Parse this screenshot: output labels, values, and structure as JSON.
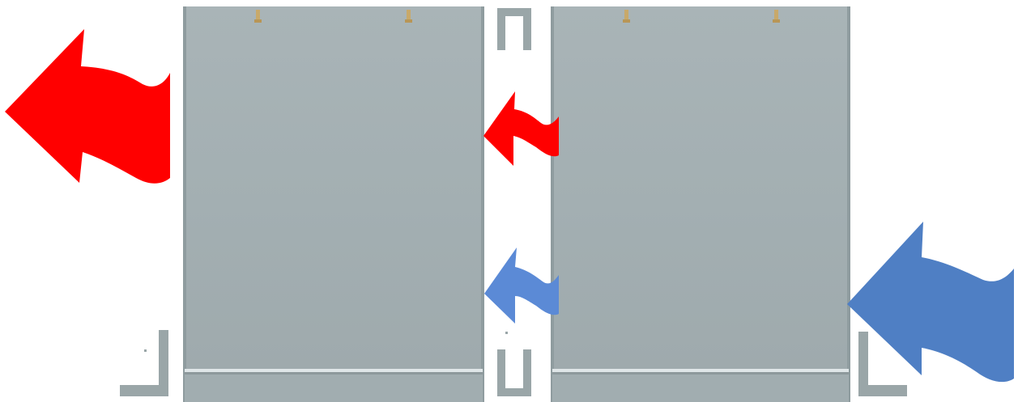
{
  "colors": {
    "background": "#ffffff",
    "panel": "#a6b2b4",
    "panel_shadow": "#8f9c9f",
    "bracket": "#9aa6a8",
    "hook": "#c8a96a",
    "ridge": "#dfe6e8",
    "arrow_red": "#ff0000",
    "arrow_blue_small": "#5b8ad6",
    "arrow_blue_large": "#4f7fc4"
  },
  "figure": {
    "panels": [
      {
        "name": "left-plate",
        "hooks": 2,
        "bottom_ridge": true
      },
      {
        "name": "right-plate",
        "hooks": 2,
        "bottom_ridge": true
      }
    ],
    "arrows": [
      {
        "name": "large-red-arrow",
        "color": "red",
        "direction": "left"
      },
      {
        "name": "small-red-arrow",
        "color": "red",
        "direction": "left"
      },
      {
        "name": "small-blue-arrow",
        "color": "blue",
        "direction": "left"
      },
      {
        "name": "large-blue-arrow",
        "color": "blue",
        "direction": "left"
      }
    ],
    "brackets": [
      {
        "name": "top-center-bracket",
        "shape": "inverted-u"
      },
      {
        "name": "bottom-center-bracket",
        "shape": "u"
      },
      {
        "name": "left-corner-bracket",
        "shape": "l"
      },
      {
        "name": "right-corner-bracket",
        "shape": "l"
      }
    ]
  }
}
